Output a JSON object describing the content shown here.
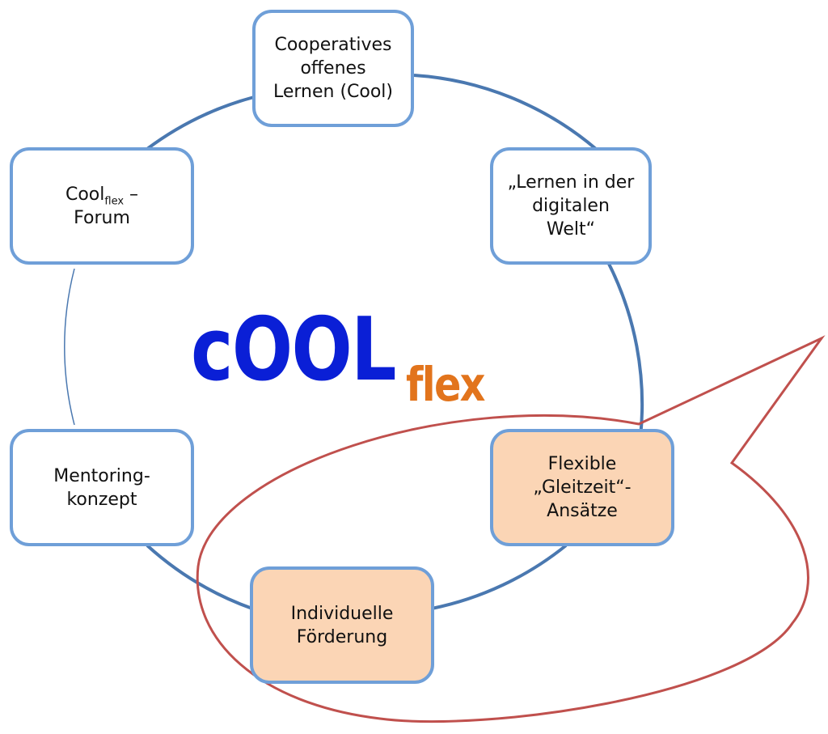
{
  "logo": {
    "main": "cOOL",
    "sub": "flex"
  },
  "nodes": {
    "top": {
      "lines": [
        "Cooperatives",
        "offenes",
        "Lernen (Cool)"
      ]
    },
    "right_upper": {
      "lines": [
        "„Lernen in der",
        "digitalen",
        "Welt“"
      ]
    },
    "left_upper": {
      "main": "Cool",
      "sub": "flex",
      "suffix": " –",
      "line2": "Forum"
    },
    "left_lower": {
      "lines": [
        "Mentoring-",
        "konzept"
      ]
    },
    "right_lower": {
      "lines": [
        "Flexible",
        "„Gleitzeit“-",
        "Ansätze"
      ]
    },
    "bottom": {
      "lines": [
        "Individuelle",
        "Förderung"
      ]
    }
  },
  "colors": {
    "node_border": "#6f9fd8",
    "cycle_line": "#4a78b0",
    "highlight_fill": "#fbd5b5",
    "callout_stroke": "#c0504d",
    "logo_main": "#0a1fd6",
    "logo_sub": "#e2741c"
  }
}
